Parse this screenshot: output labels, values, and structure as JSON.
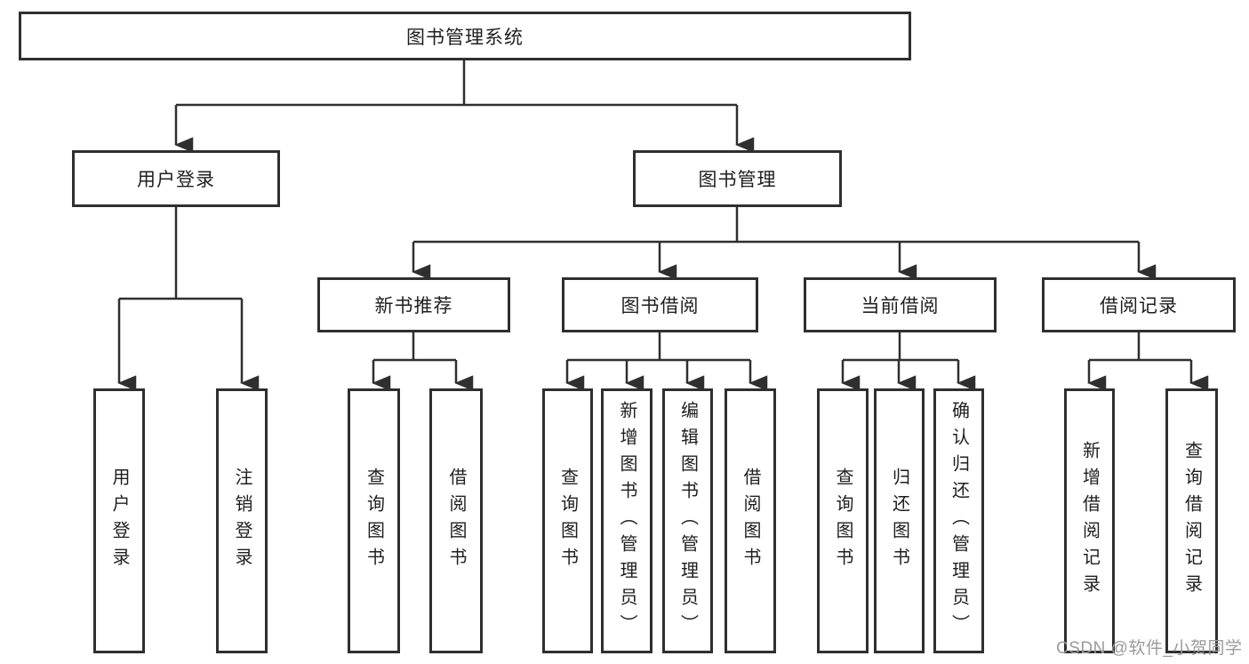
{
  "diagram": {
    "root": {
      "label": "图书管理系统"
    },
    "level2": [
      {
        "label": "用户登录"
      },
      {
        "label": "图书管理"
      }
    ],
    "level3": [
      {
        "label": "新书推荐"
      },
      {
        "label": "图书借阅"
      },
      {
        "label": "当前借阅"
      },
      {
        "label": "借阅记录"
      }
    ],
    "leaves": [
      {
        "label": "用户登录"
      },
      {
        "label": "注销登录"
      },
      {
        "label": "查询图书"
      },
      {
        "label": "借阅图书"
      },
      {
        "label": "查询图书"
      },
      {
        "label": "新增图书（管理员）"
      },
      {
        "label": "编辑图书（管理员）"
      },
      {
        "label": "借阅图书"
      },
      {
        "label": "查询图书"
      },
      {
        "label": "归还图书"
      },
      {
        "label": "确认归还（管理员）"
      },
      {
        "label": "新增借阅记录"
      },
      {
        "label": "查询借阅记录"
      }
    ]
  },
  "watermark": {
    "text": "CSDN @软件_小贺同学"
  },
  "colors": {
    "line": "#2f2f2f",
    "box_border": "#2f2f2f",
    "text": "#1f1f1f",
    "watermark": "#9b9b9d",
    "background": "#ffffff"
  }
}
